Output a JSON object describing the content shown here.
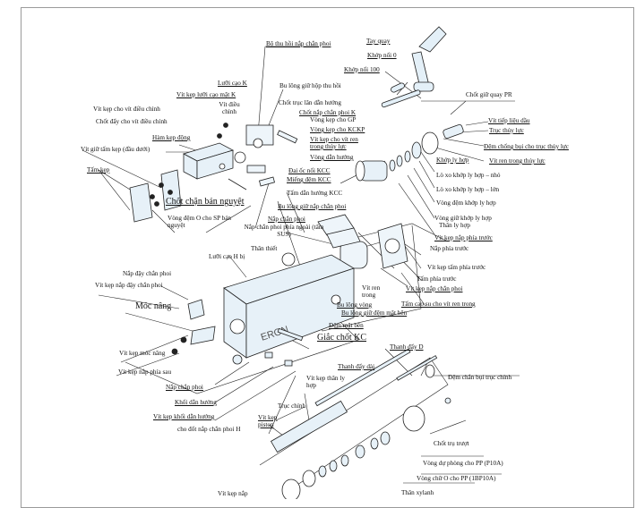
{
  "diagram": {
    "title": "Exploded parts diagram",
    "brand_mark": "ERON",
    "labels": [
      {
        "id": "l1",
        "text": "Bộ thu hồi nắp chắn phoi"
      },
      {
        "id": "l2",
        "text": "Tay quay"
      },
      {
        "id": "l3",
        "text": "Khớp nối 0"
      },
      {
        "id": "l4",
        "text": "Khớp nối 100"
      },
      {
        "id": "l5",
        "text": "Lưỡi cạo K"
      },
      {
        "id": "l6",
        "text": "Vít kẹp lưỡi cạo mặt K"
      },
      {
        "id": "l7",
        "text": "Vít kẹp cho vít điều chỉnh"
      },
      {
        "id": "l8",
        "text": "Vít điều chỉnh"
      },
      {
        "id": "l9",
        "text": "Chốt đẩy cho vít điều chỉnh"
      },
      {
        "id": "l10",
        "text": "Bu lông giữ hộp thu hồi"
      },
      {
        "id": "l11",
        "text": "Chốt trục lăn dẫn hướng"
      },
      {
        "id": "l12",
        "text": "Chốt nắp chắn phoi K"
      },
      {
        "id": "l13",
        "text": "Vòng kẹp cho GP"
      },
      {
        "id": "l14",
        "text": "Vòng kẹp cho KCKP"
      },
      {
        "id": "l15",
        "text": "Vít kẹp cho vít ren trong thủy lực"
      },
      {
        "id": "l16",
        "text": "Chốt giữ quay PR"
      },
      {
        "id": "l17",
        "text": "Vít tiếp liệu dầu"
      },
      {
        "id": "l18",
        "text": "Trục thủy lực"
      },
      {
        "id": "l19",
        "text": "Đệm chống bụi cho trục thủy lực"
      },
      {
        "id": "l20",
        "text": "Vít ren trong thủy lực"
      },
      {
        "id": "l21",
        "text": "Khớp ly hợp"
      },
      {
        "id": "l22",
        "text": "Hàm kẹp động"
      },
      {
        "id": "l23",
        "text": "Vít giữ tấm kẹp (đầu dưới)"
      },
      {
        "id": "l24",
        "text": "Tấm kẹp"
      },
      {
        "id": "l25",
        "text": "Vòng dẫn hướng"
      },
      {
        "id": "l26",
        "text": "Đai ốc nối KCC"
      },
      {
        "id": "l27",
        "text": "Miếng đệm KCC"
      },
      {
        "id": "l28",
        "text": "Tấm dẫn hướng KCC"
      },
      {
        "id": "l29",
        "text": "Lò xo khớp ly hợp – nhỏ"
      },
      {
        "id": "l30",
        "text": "Lò xo khớp ly hợp – lớn"
      },
      {
        "id": "l31",
        "text": "Vòng đệm khớp ly hợp"
      },
      {
        "id": "l32",
        "text": "Vòng giữ khớp ly hợp"
      },
      {
        "id": "l33",
        "text": "Thân ly hợp"
      },
      {
        "id": "l34",
        "text": "Vít kẹp nắp phía trước"
      },
      {
        "id": "l35",
        "text": "Nắp phía trước"
      },
      {
        "id": "l36",
        "text": "Chốt chặn bán nguyệt"
      },
      {
        "id": "l37",
        "text": "Bu lông giữ nắp chắn phoi"
      },
      {
        "id": "l38",
        "text": "Vòng đệm O cho SP bán nguyệt"
      },
      {
        "id": "l39",
        "text": "Nắp chắn phoi"
      },
      {
        "id": "l40",
        "text": "Nắp chắn phoi phía ngoài (tấm SUS)"
      },
      {
        "id": "l41",
        "text": "Thân thiết"
      },
      {
        "id": "l42",
        "text": "Lưỡi cạo H bị"
      },
      {
        "id": "l43",
        "text": "Vít kẹp tấm phía trước"
      },
      {
        "id": "l44",
        "text": "Tấm phía trước"
      },
      {
        "id": "l45",
        "text": "Nắp đậy chắn phoi"
      },
      {
        "id": "l46",
        "text": "Vít kẹp nắp đậy chắn phoi"
      },
      {
        "id": "l47",
        "text": "Vít kẹp nắp chắn phoi"
      },
      {
        "id": "l48",
        "text": "Vít ren trong"
      },
      {
        "id": "l49",
        "text": "Tấm cao su cho vít ren trong"
      },
      {
        "id": "l50",
        "text": "Móc nâng"
      },
      {
        "id": "l51",
        "text": "Bu lông vòng"
      },
      {
        "id": "l52",
        "text": "Bu lông giữ đệm mặt bên"
      },
      {
        "id": "l53",
        "text": "Đệm mặt bên"
      },
      {
        "id": "l54",
        "text": "Giắc chốt KC"
      },
      {
        "id": "l55",
        "text": "Vít kẹp móc nâng"
      },
      {
        "id": "l56",
        "text": "Thanh đẩy D"
      },
      {
        "id": "l57",
        "text": "Vít kẹp nắp phía sau"
      },
      {
        "id": "l58",
        "text": "Thanh đẩy dài"
      },
      {
        "id": "l59",
        "text": "Đệm chắn bụi trục chính"
      },
      {
        "id": "l60",
        "text": "Nắp chắn phoi"
      },
      {
        "id": "l61",
        "text": "Vít kẹp thân ly hợp"
      },
      {
        "id": "l62",
        "text": "Khối dẫn hướng"
      },
      {
        "id": "l63",
        "text": "Vít kẹp khối dẫn hướng"
      },
      {
        "id": "l64",
        "text": "Trục chính"
      },
      {
        "id": "l65",
        "text": "cho đốt nắp chắn phoi H"
      },
      {
        "id": "l66",
        "text": "Vít kẹp piston"
      },
      {
        "id": "l67",
        "text": "Chốt trụ trượt"
      },
      {
        "id": "l68",
        "text": "Vòng dự phòng cho PP (P10A)"
      },
      {
        "id": "l69",
        "text": "Vòng chữ O cho PP (1BP10A)"
      },
      {
        "id": "l70",
        "text": "Vít kẹp nắp"
      },
      {
        "id": "l71",
        "text": "Thân xylanh"
      }
    ]
  }
}
